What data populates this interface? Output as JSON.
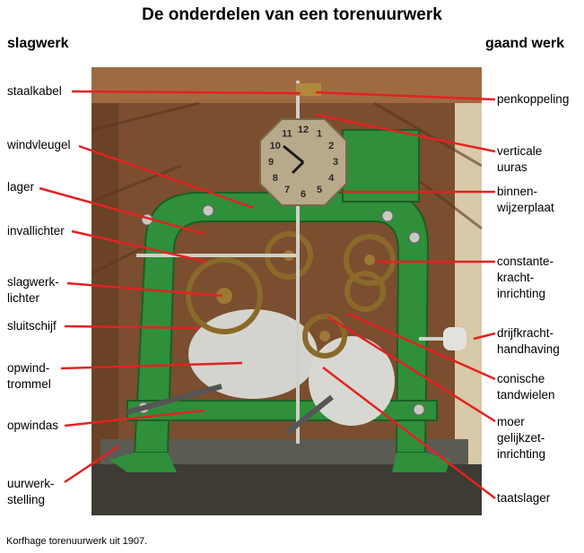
{
  "title": "De onderdelen van een torenuurwerk",
  "left_heading": "slagwerk",
  "right_heading": "gaand werk",
  "clock_numerals": [
    "12",
    "1",
    "2",
    "3",
    "4",
    "5",
    "6",
    "7",
    "8",
    "9",
    "10",
    "11"
  ],
  "left_labels": [
    "staalkabel",
    "windvleugel",
    "lager",
    "invallichter",
    "slagwerk-\nlichter",
    "sluitschijf",
    "opwind-\ntrommel",
    "opwindas",
    "uurwerk-\nstelling"
  ],
  "right_labels": [
    "penkoppeling",
    "verticale\nuuras",
    "binnen-\nwijzerplaat",
    "constante-\nkracht-\ninrichting",
    "drijfkracht-\nhandhaving",
    "conische\ntandwielen",
    "moer\ngelijkzet-\ninrichting",
    "taatslager"
  ],
  "caption": "Korfhage torenuurwerk uit 1907.",
  "colors": {
    "leader": "#e32222",
    "frame_green": "#2f8f3a",
    "wood": "#8a5a36",
    "brass": "#b08a3c"
  }
}
